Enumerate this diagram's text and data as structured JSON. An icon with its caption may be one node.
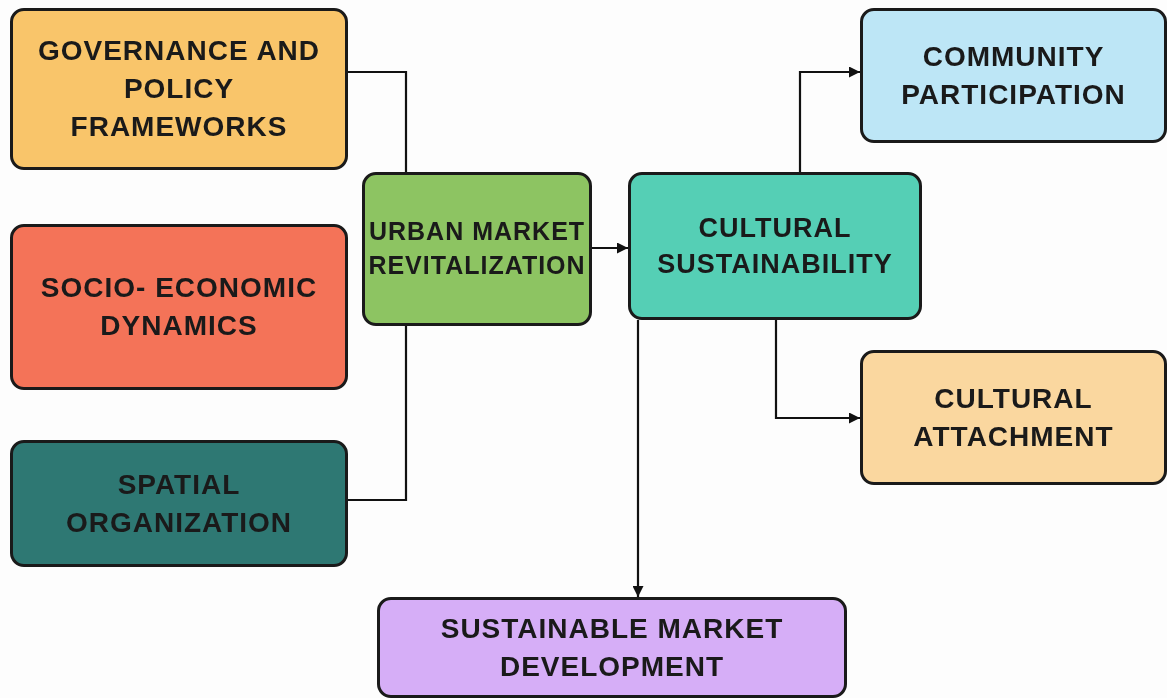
{
  "diagram": {
    "nodes": [
      {
        "text": [
          "GOVERNANCE AND POLICY FRAMEWORKS"
        ]
      },
      {
        "text": [
          "SOCIO- ECONOMIC DYNAMICS"
        ]
      },
      {
        "text": [
          "SPATIAL ORGANIZATION"
        ]
      },
      {
        "text": [
          "URBAN MARKET REVITALIZATION"
        ]
      },
      {
        "text": [
          "CULTURAL SUSTAINABILITY"
        ]
      },
      {
        "text": [
          "COMMUNITY PARTICIPATION"
        ]
      },
      {
        "text": [
          "CULTURAL ATTACHMENT"
        ]
      },
      {
        "text": [
          "SUSTAINABLE MARKET DEVELOPMENT"
        ]
      }
    ],
    "edges": [
      {
        "from": 0,
        "to": 3,
        "arrow": "none"
      },
      {
        "from": 2,
        "to": 3,
        "arrow": "none"
      },
      {
        "from": 3,
        "to": 4,
        "arrow": "to"
      },
      {
        "from": 4,
        "to": 5,
        "arrow": "to"
      },
      {
        "from": 4,
        "to": 6,
        "arrow": "to"
      },
      {
        "from": 4,
        "to": 7,
        "arrow": "to"
      }
    ]
  }
}
